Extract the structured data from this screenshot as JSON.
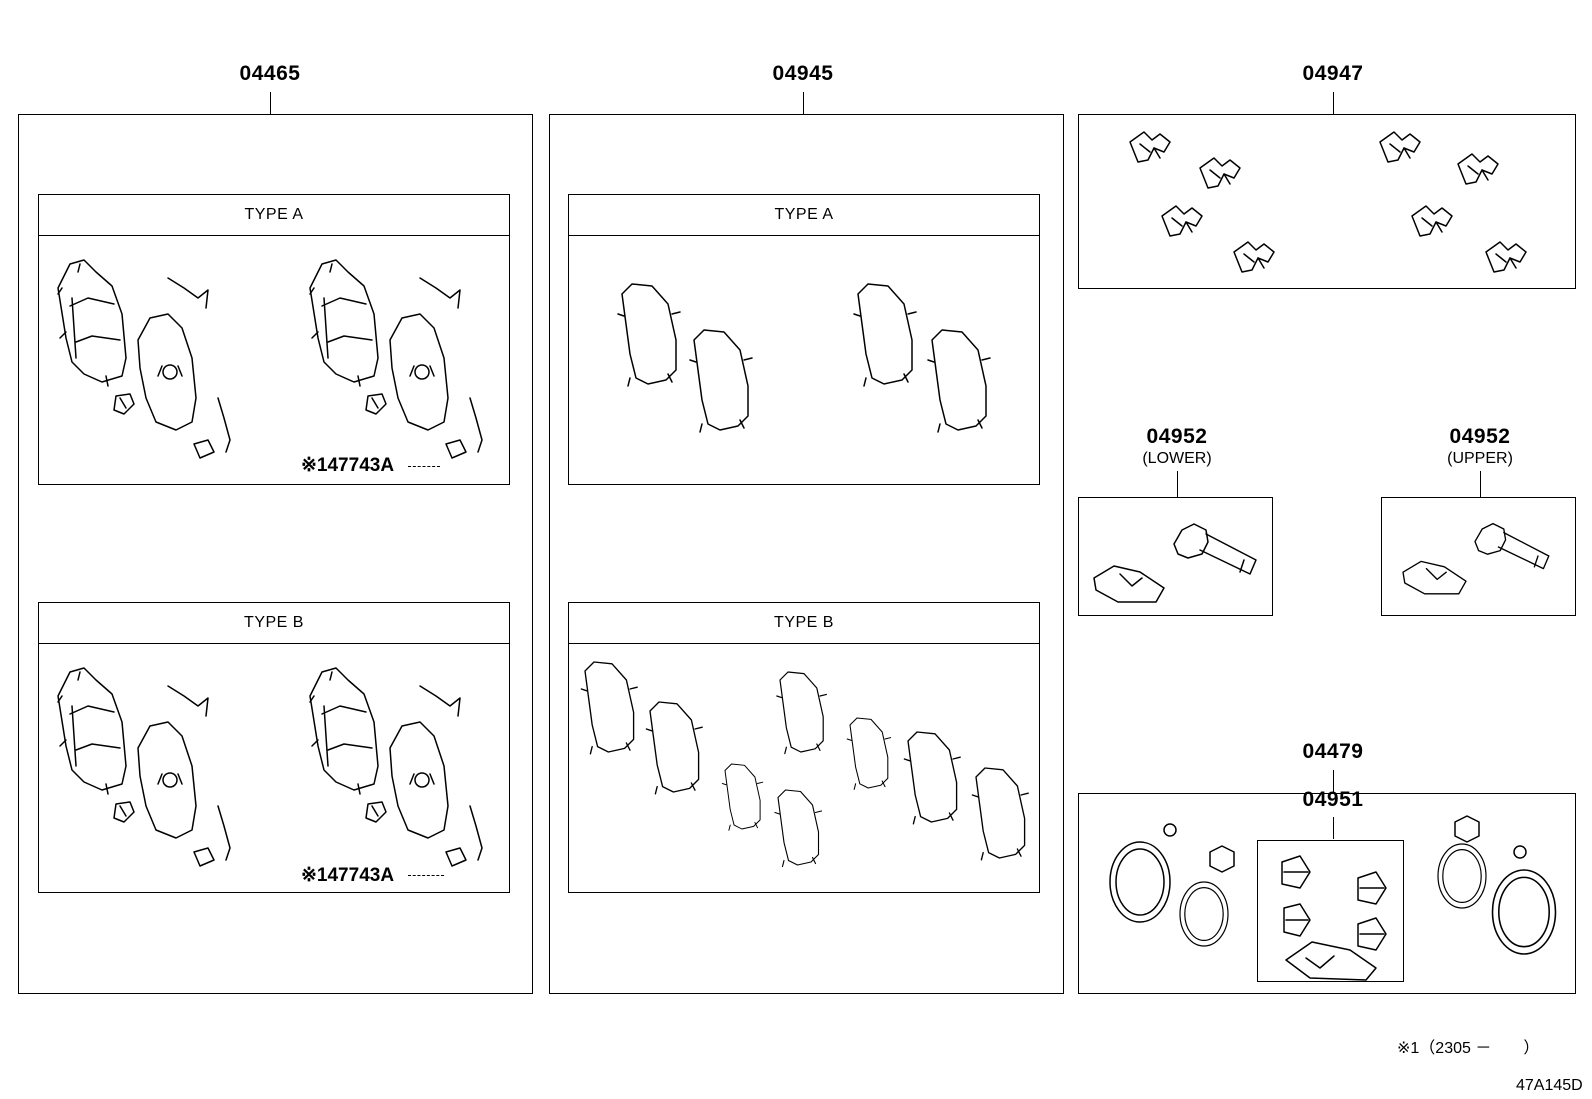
{
  "groups": {
    "pad_kit": {
      "part_no": "04465"
    },
    "shim_kit": {
      "part_no": "04945"
    },
    "fitting_kit": {
      "part_no": "04947"
    },
    "guide_lower": {
      "part_no": "04952",
      "qualifier": "(LOWER)"
    },
    "guide_upper": {
      "part_no": "04952",
      "qualifier": "(UPPER)"
    },
    "cylinder_kit": {
      "part_no": "04479"
    },
    "boot_kit": {
      "part_no": "04951"
    }
  },
  "type_labels": {
    "a": "TYPE A",
    "b": "TYPE B"
  },
  "callouts": {
    "part_ref": "※147743A"
  },
  "footnote": "※1（2305 －　　）",
  "diagram_code": "47A145D"
}
